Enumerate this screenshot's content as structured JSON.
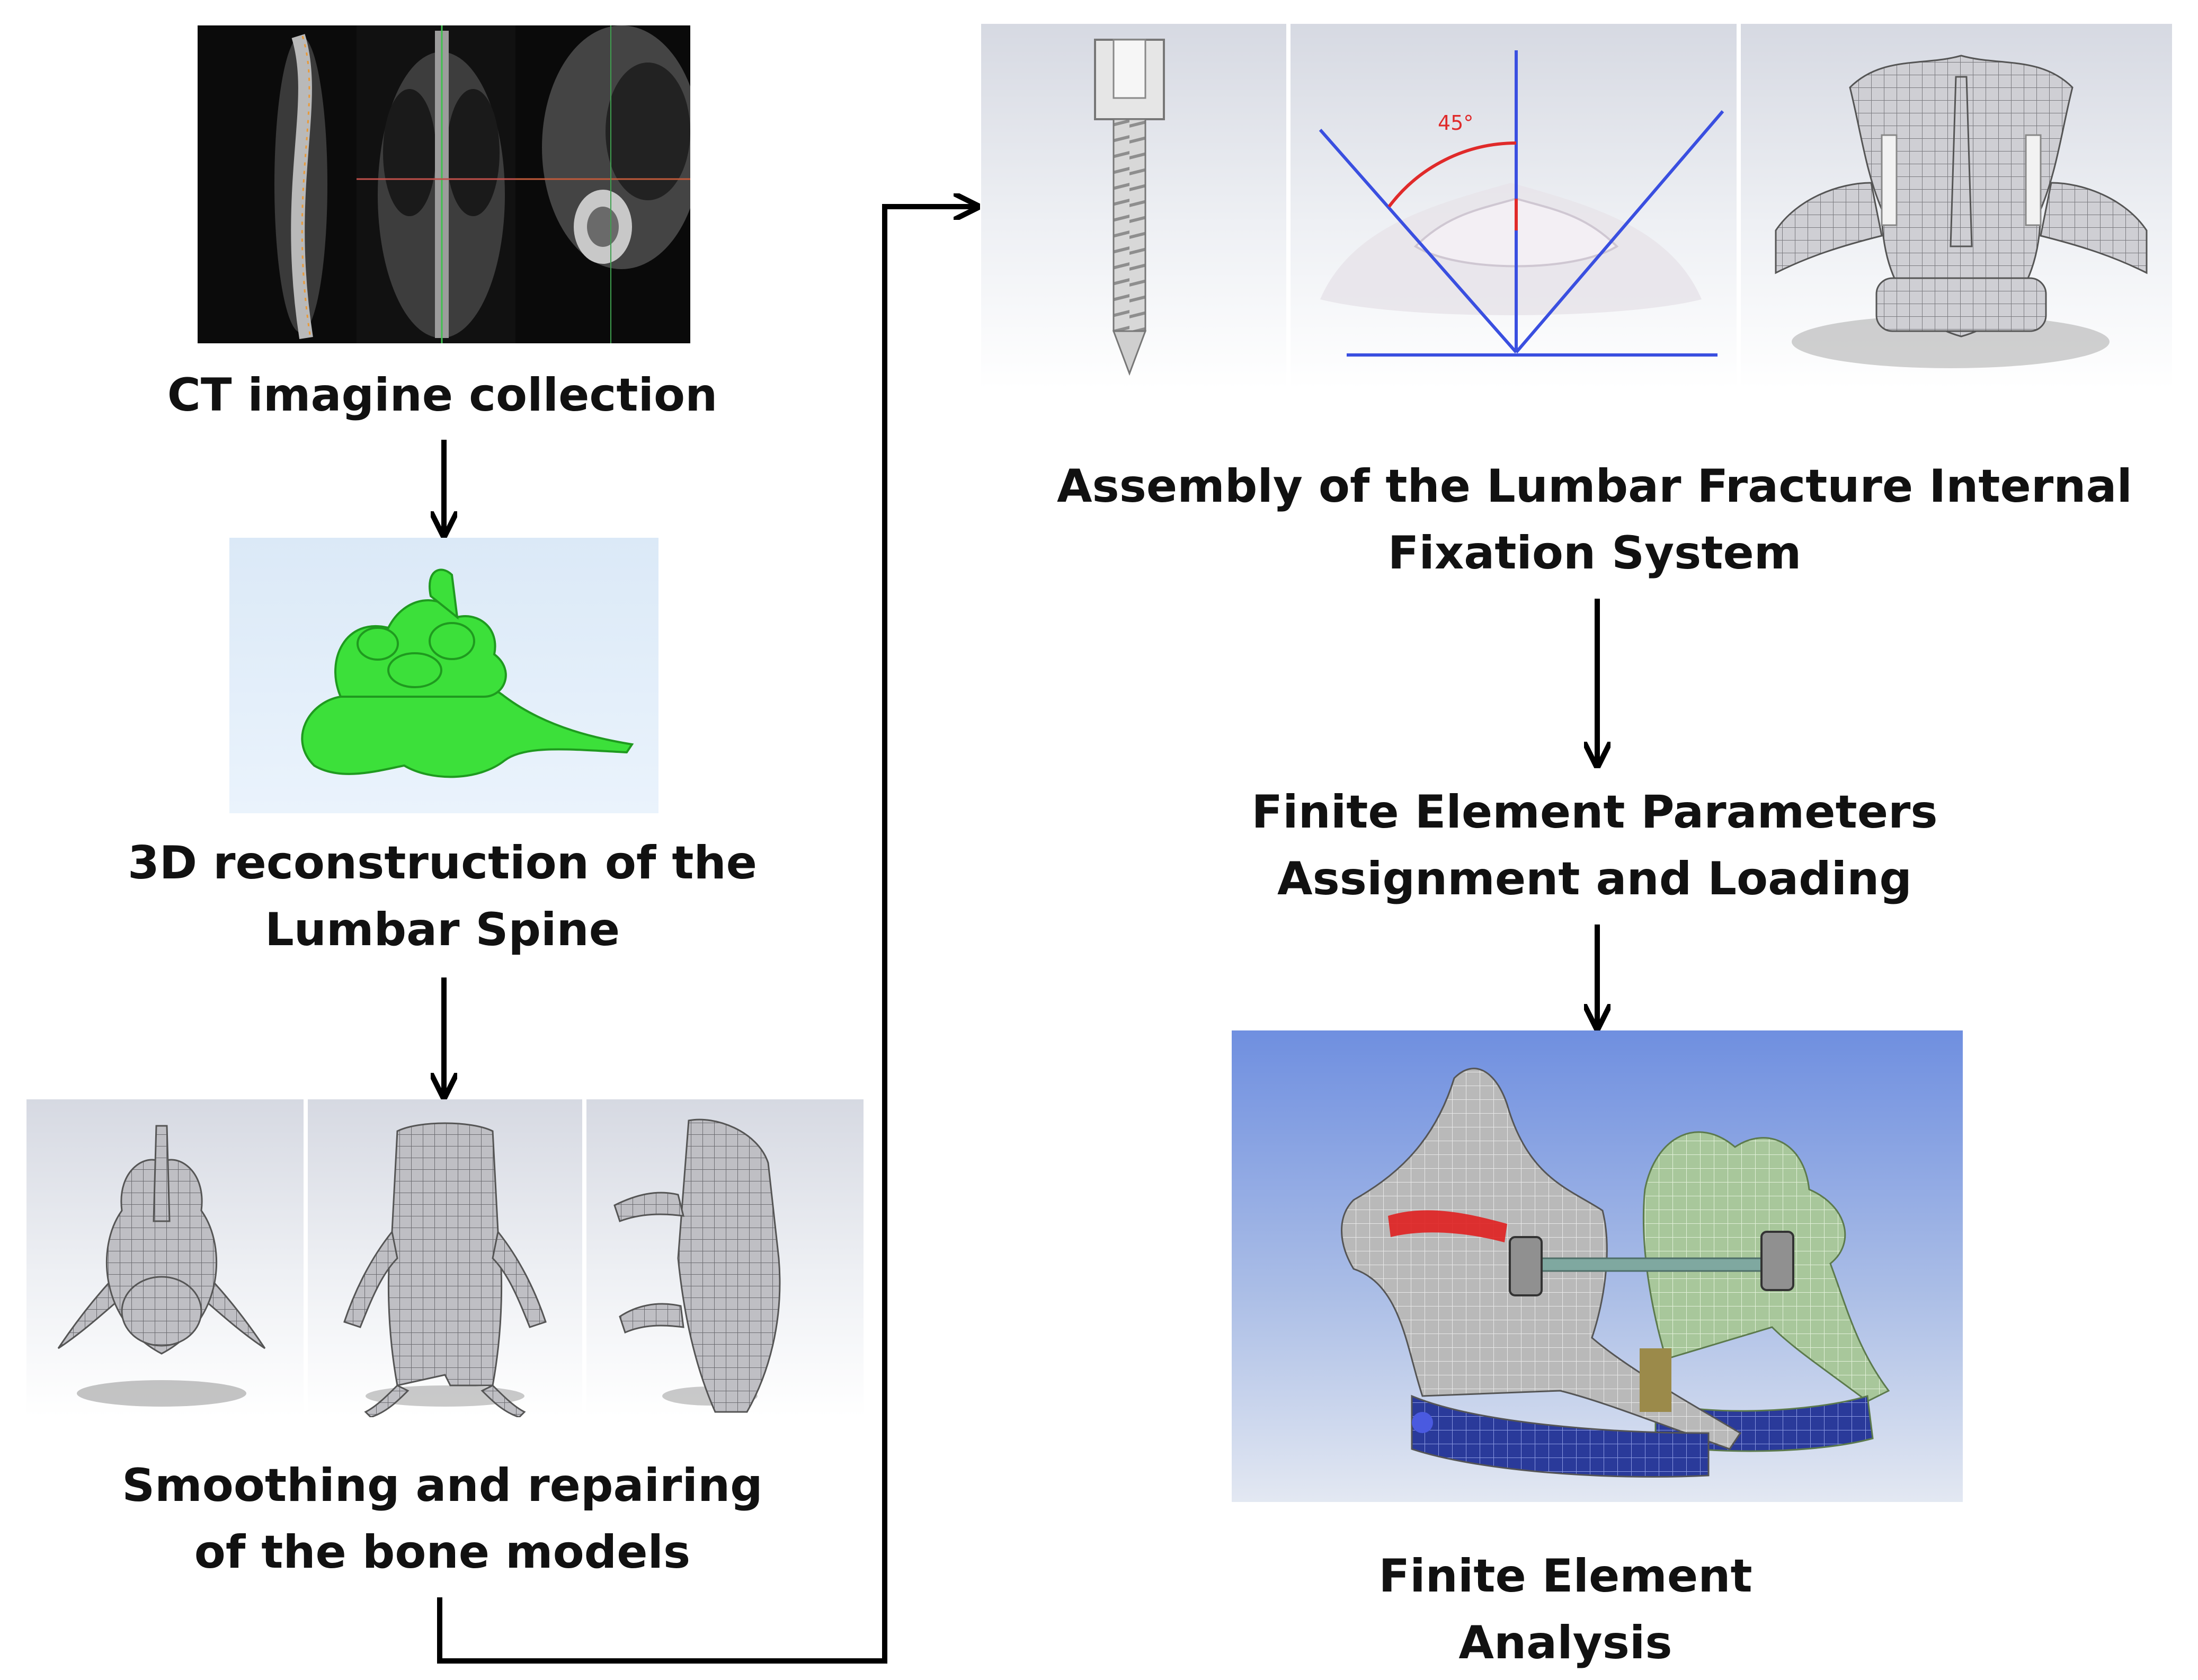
{
  "steps": {
    "ct": {
      "line1": "CT imagine collection"
    },
    "recon": {
      "line1": "3D reconstruction of the",
      "line2": "Lumbar Spine"
    },
    "smooth": {
      "line1": "Smoothing and repairing",
      "line2": "of the bone models"
    },
    "assembly": {
      "line1": "Assembly of the Lumbar Fracture Internal",
      "line2": "Fixation System"
    },
    "params": {
      "line1": "Finite Element Parameters",
      "line2": "Assignment and Loading"
    },
    "fea": {
      "line1": "Finite Element",
      "line2": "Analysis"
    }
  },
  "angle_label": "45°",
  "colors": {
    "arrow": "#000000",
    "reconstruction_green": "#3ce03a",
    "guide_lines": "#3a4fe0",
    "angle_arc": "#e02a2a"
  }
}
